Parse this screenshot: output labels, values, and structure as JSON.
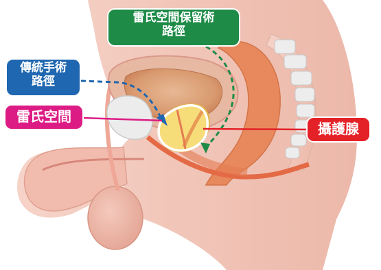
{
  "labels": {
    "retzius_sparing": {
      "line1": "雷氏空間保留術",
      "line2": "路徑"
    },
    "conventional": {
      "line1": "傳統手術",
      "line2": "路徑"
    },
    "retzius_space": {
      "text": "雷氏空間"
    },
    "prostate": {
      "text": "攝護腺"
    }
  },
  "colors": {
    "green": "#1e8b47",
    "blue": "#1f67b0",
    "pink": "#dc1c84",
    "red": "#e32127",
    "skin": "#f2c3b5",
    "organ": "#e88a62",
    "prostate": "#f7dc7a",
    "bone": "#ececec"
  }
}
